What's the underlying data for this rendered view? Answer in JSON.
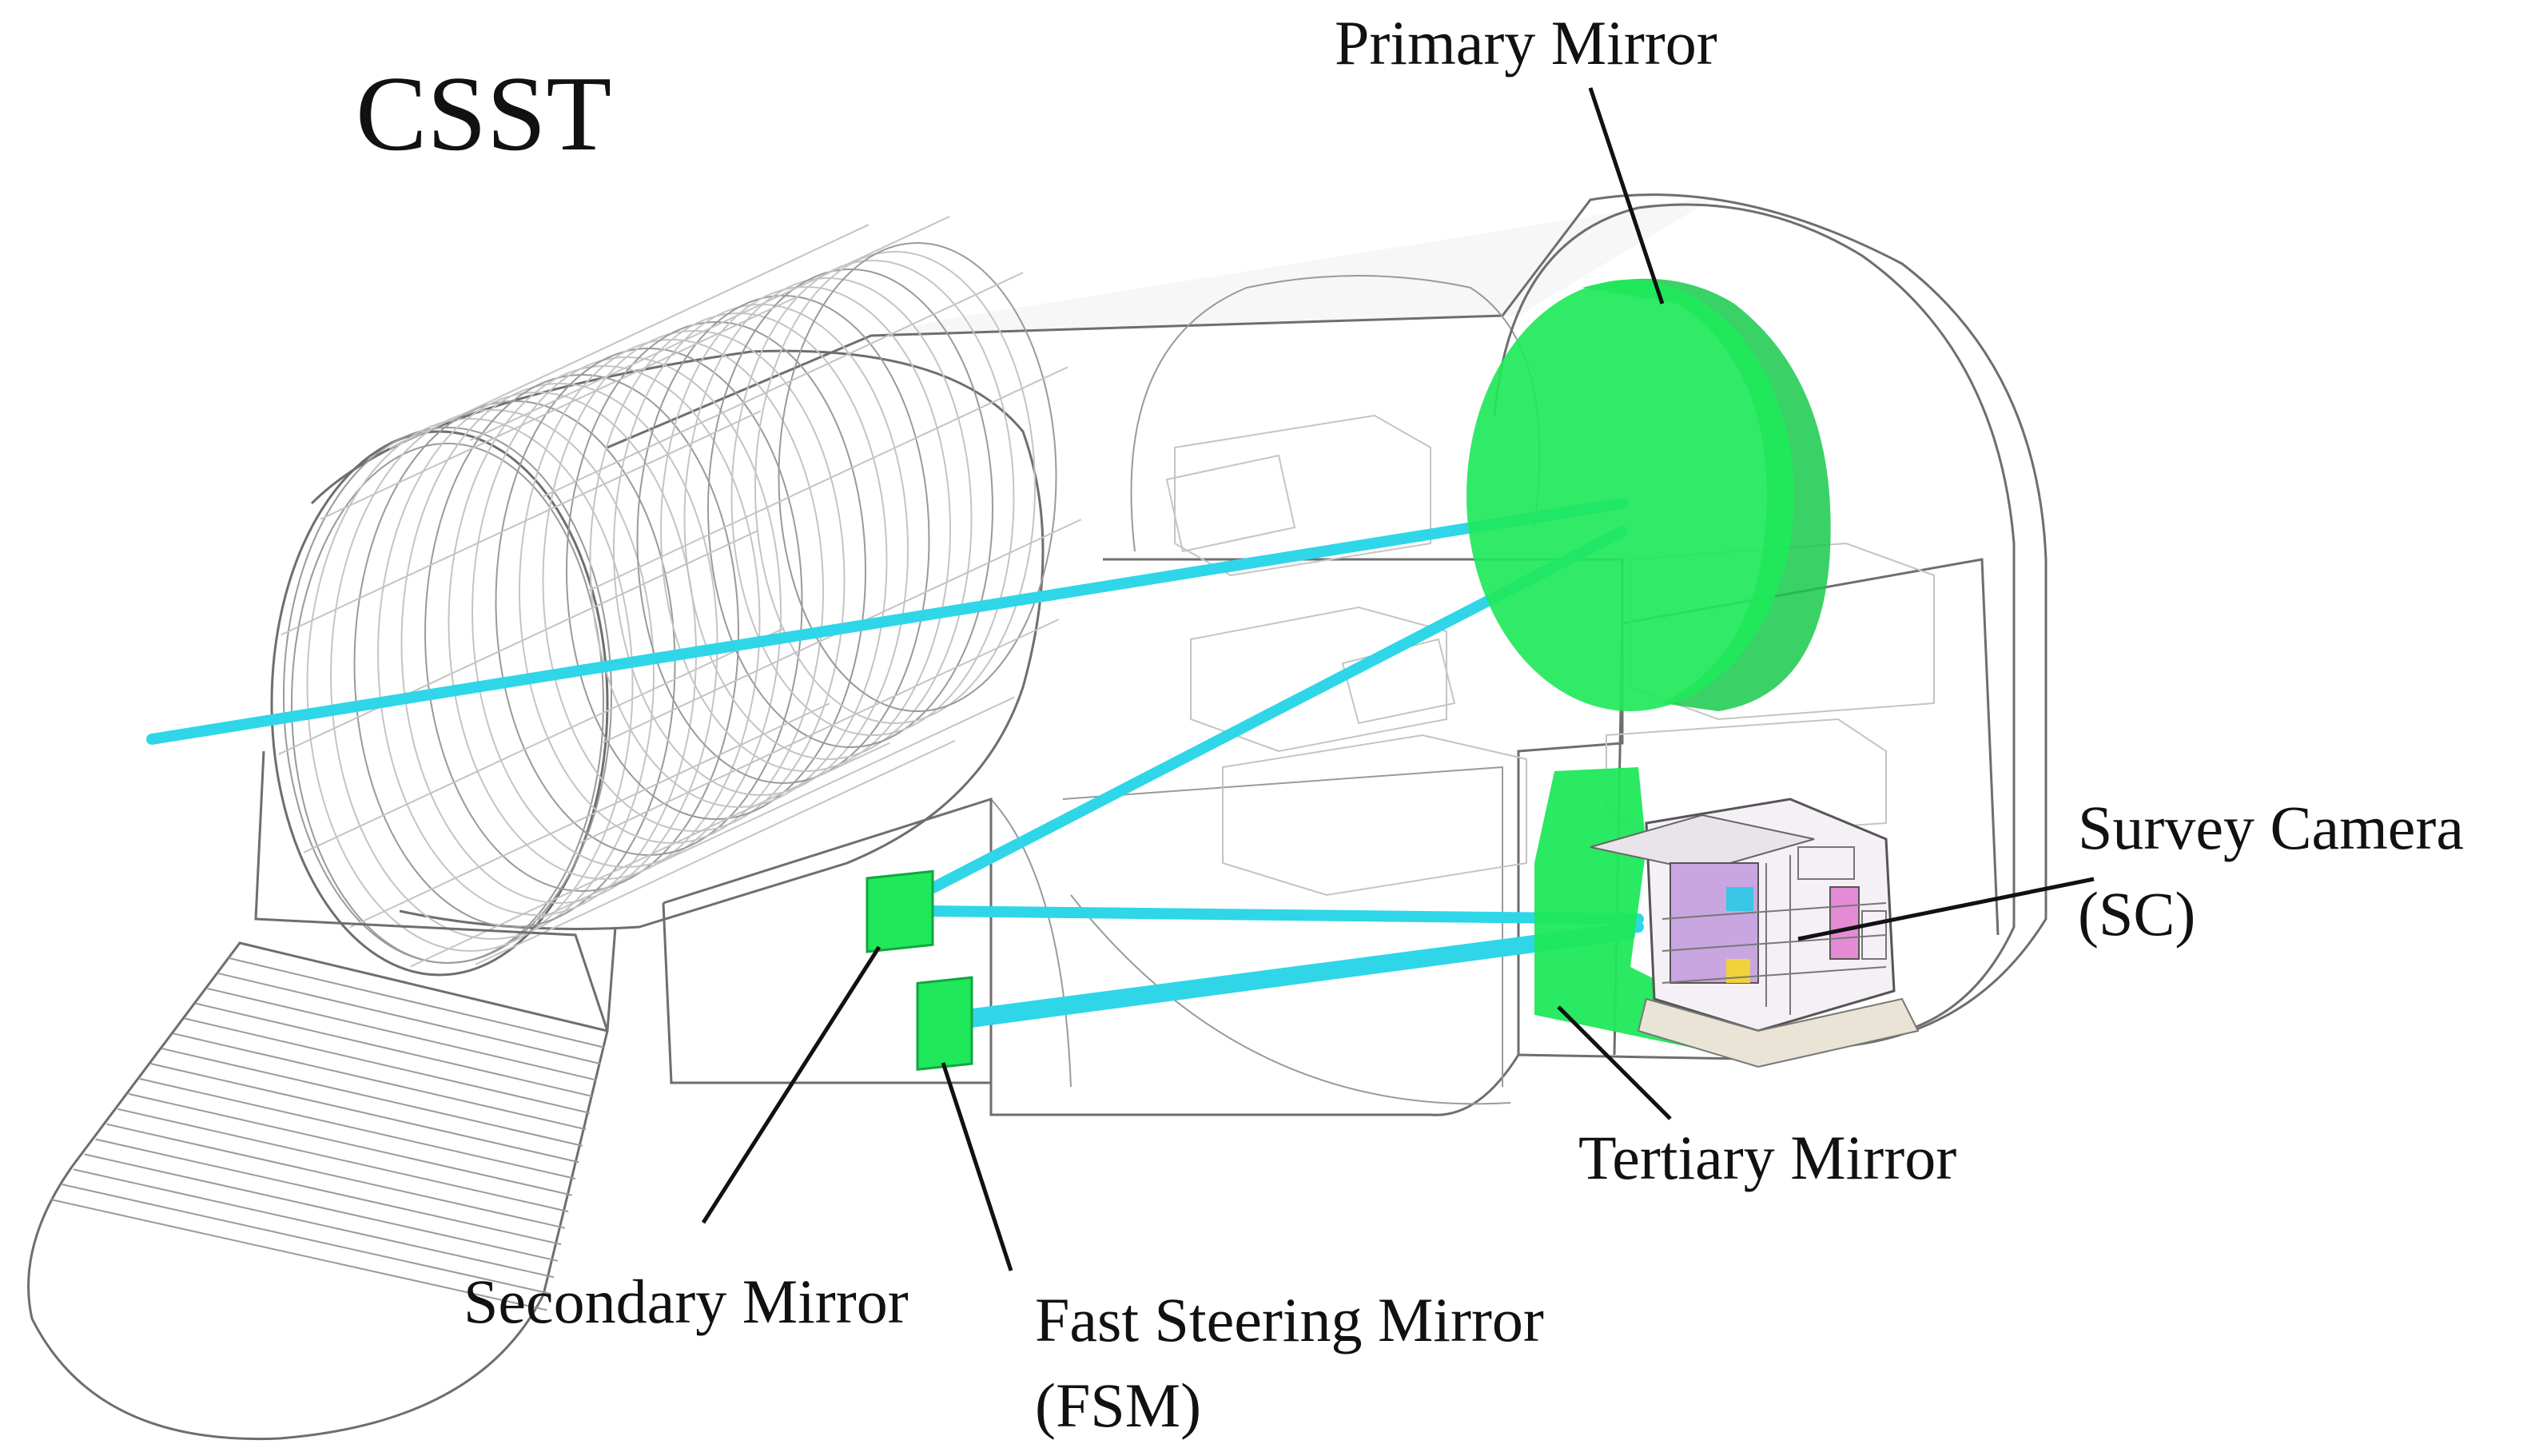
{
  "title": "CSST",
  "labels": {
    "primary_mirror": "Primary Mirror",
    "survey_camera_line1": "Survey Camera",
    "survey_camera_line2": "(SC)",
    "tertiary_mirror": "Tertiary Mirror",
    "secondary_mirror": "Secondary Mirror",
    "fsm_line1": "Fast Steering Mirror",
    "fsm_line2": "(FSM)"
  },
  "colors": {
    "mirror_green": "#1fe85a",
    "beam_cyan": "#2fd6e8",
    "outline_gray": "#6e6e6e",
    "text": "#111111",
    "background": "#ffffff"
  }
}
